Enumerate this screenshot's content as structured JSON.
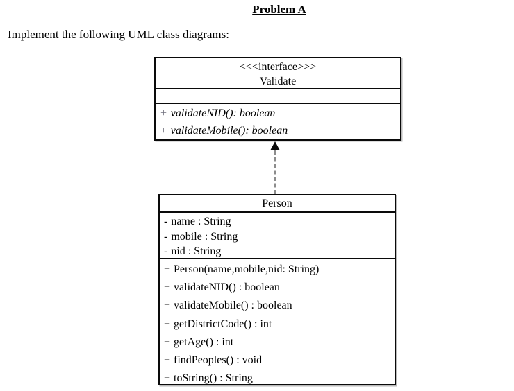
{
  "page": {
    "title": "Problem A",
    "intro": "Implement the following UML class diagrams:"
  },
  "interface_box": {
    "stereotype": "<<<interface>>>",
    "name": "Validate",
    "attributes": [],
    "methods": [
      {
        "prefix": "+",
        "text": "validateNID(): boolean"
      },
      {
        "prefix": "+",
        "text": "validateMobile(): boolean"
      }
    ]
  },
  "person_box": {
    "name": "Person",
    "attributes": [
      {
        "prefix": "-",
        "text": "name : String"
      },
      {
        "prefix": "-",
        "text": "mobile : String"
      },
      {
        "prefix": "-",
        "text": "nid : String"
      }
    ],
    "methods": [
      {
        "prefix": "+",
        "text": "Person(name,mobile,nid: String)"
      },
      {
        "prefix": "+",
        "text": "validateNID() : boolean"
      },
      {
        "prefix": "+",
        "text": "validateMobile() : boolean"
      },
      {
        "prefix": "+",
        "text": "getDistrictCode() : int"
      },
      {
        "prefix": "+",
        "text": "getAge() : int"
      },
      {
        "prefix": "+",
        "text": "findPeoples() : void"
      },
      {
        "prefix": "+",
        "text": "toString() : String"
      }
    ]
  },
  "relationship": {
    "type": "realization",
    "from": "Person",
    "to": "Validate",
    "line_style": "dashed",
    "arrowhead": "filled-triangle-up"
  },
  "colors": {
    "background": "#ffffff",
    "text": "#000000",
    "border": "#0a0a0a",
    "plus_sign_gray": "#6b6b6b",
    "dash_line_gray": "#8c8c8c"
  }
}
